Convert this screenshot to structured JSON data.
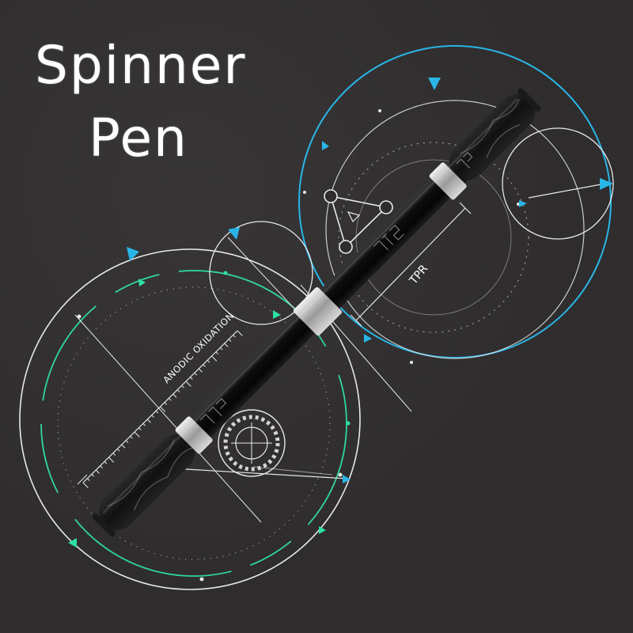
{
  "title": {
    "line1": "Spinner",
    "line2": "Pen"
  },
  "labels": {
    "anodic": "ANODIC OXIDATION",
    "tpr": "TPR"
  },
  "colors": {
    "background": "#2f2c2e",
    "cyan_accent": "#29b6e6",
    "green_accent": "#2fe0a2",
    "line_white": "#e8e8e8",
    "pen_body": "#0c0c0c",
    "pen_band": "#c9c9c9"
  }
}
